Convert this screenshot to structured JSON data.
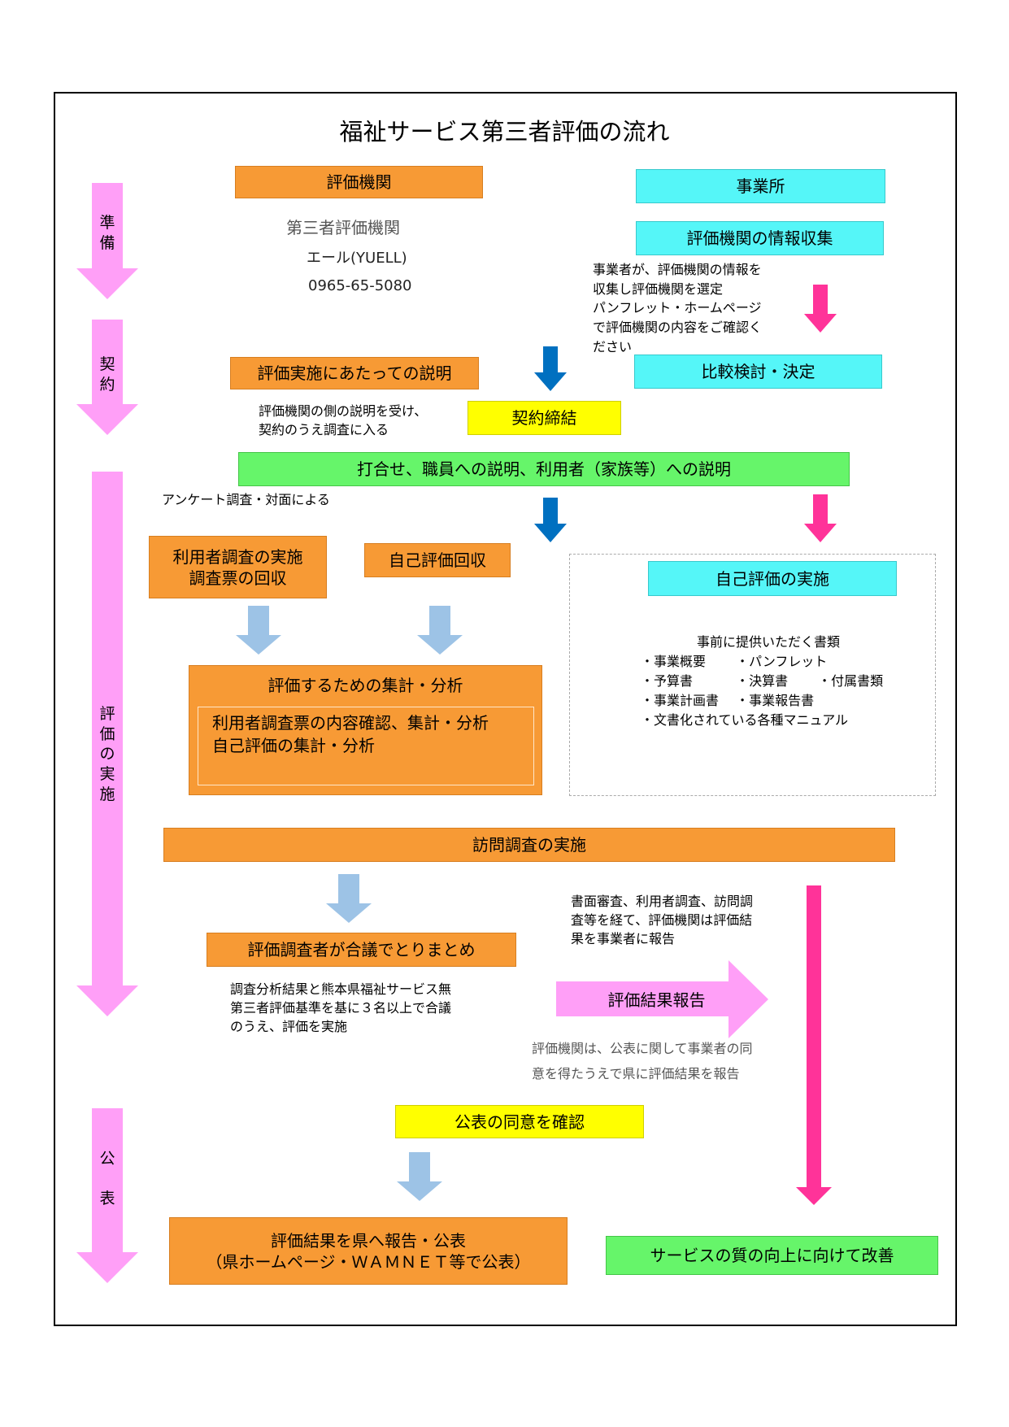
{
  "title": "福祉サービス第三者評価の流れ",
  "stages": {
    "prep": "準\n備",
    "contract": "契\n約",
    "impl": "評\n価\nの\n実\n施",
    "publish": "公\n\n表"
  },
  "boxes": {
    "eval_org": "評価機関",
    "office": "事業所",
    "info_collect": "評価機関の情報収集",
    "compare": "比較検討・決定",
    "explain": "評価実施にあたっての説明",
    "contract": "契約締結",
    "meeting": "打合せ、職員への説明、利用者（家族等）への説明",
    "survey": "利用者調査の実施\n調査票の回収",
    "self_collect": "自己評価回収",
    "self_impl": "自己評価の実施",
    "analysis": "評価するための集計・分析",
    "analysis_detail": "利用者調査票の内容確認、集計・分析\n自己評価の集計・分析",
    "visit": "訪問調査の実施",
    "summary": "評価調査者が合議でとりまとめ",
    "report": "評価結果報告",
    "consent": "公表の同意を確認",
    "publish": "評価結果を県へ報告・公表\n（県ホームページ・ＷＡＭＮＥＴ等で公表）",
    "improve": "サービスの質の向上に向けて改善"
  },
  "texts": {
    "org_name": "第三者評価機関",
    "org_yuell": "エール(YUELL)",
    "org_phone": "0965-65-5080",
    "office_note": "事業者が、評価機関の情報を\n収集し評価機関を選定\nパンフレット・ホームページ\nで評価機関の内容をご確認く\nださい",
    "explain_note": "評価機関の側の説明を受け、\n契約のうえ調査に入る",
    "survey_note": "アンケート調査・対面による",
    "docs_title": "事前に提供いただく書類",
    "docs_1": "・事業概要　　 ・パンフレット",
    "docs_2": "・予算書　　　 ・決算書　　 ・付属書類",
    "docs_3": "・事業計画書　 ・事業報告書",
    "docs_4": "・文書化されている各種マニュアル",
    "report_note": "書面審査、利用者調査、訪問調\n査等を経て、評価機関は評価結\n果を事業者に報告",
    "summary_note": "調査分析結果と熊本県福祉サービス無\n第三者評価基準を基に３名以上で合議\nのうえ、評価を実施",
    "consent_note1": "評価機関は、公表に関して事業者の同",
    "consent_note2": "意を得たうえで県に評価結果を報告"
  },
  "colors": {
    "orange": "#f79a35",
    "cyan": "#55f6f8",
    "yellow": "#ffff00",
    "green": "#66f56a",
    "stage_arrow": "#ff9ff7",
    "blue_arrow": "#0070c0",
    "light_blue_arrow": "#9dc3e6",
    "pink_arrow": "#ff3399",
    "report_arrow": "#ff9ff7"
  }
}
